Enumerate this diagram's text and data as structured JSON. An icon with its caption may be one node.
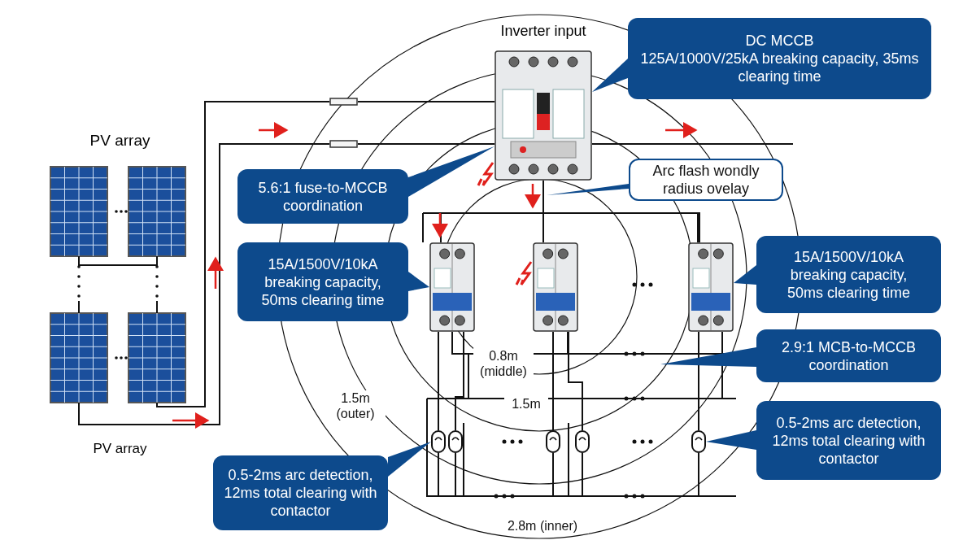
{
  "diagram": {
    "nodes": [
      {
        "text": [
          "PV array"
        ],
        "beside": [
          "PV array"
        ]
      },
      {
        "text": [],
        "shape": "fuse"
      },
      {
        "text": [],
        "shape": "fuse"
      },
      {
        "text": [
          "Inverter input"
        ]
      },
      {
        "text": [
          "DC MCCB",
          "125A/1000V/25kA breaking capacity, 35ms clearing time"
        ]
      },
      {
        "text": [
          "5.6:1 fuse-to-MCCB coordination"
        ]
      },
      {
        "text": [
          "Arc flash wondly radius ovelay"
        ]
      },
      {
        "text": [],
        "shape": "picture"
      },
      {
        "text": [],
        "shape": "picture"
      },
      {
        "text": [],
        "shape": "picture"
      },
      {
        "text": [
          "15A/1500V/10kA breaking capacity, 50ms clearing time"
        ]
      },
      {
        "text": [
          "15A/1500V/10kA breaking capacity, 50ms clearing time"
        ]
      },
      {
        "text": [
          "2.9:1 MCB-to-MCCB coordination"
        ]
      },
      {
        "text": [],
        "shape": "oval"
      },
      {
        "text": [],
        "shape": "oval"
      },
      {
        "text": [],
        "shape": "oval"
      },
      {
        "text": [],
        "shape": "oval"
      },
      {
        "text": [],
        "shape": "oval"
      },
      {
        "text": [
          "0.5-2ms arc detection, 12ms total clearing with contactor"
        ]
      },
      {
        "text": [
          "0.5-2ms arc detection, 12ms total clearing with contactor"
        ]
      }
    ],
    "edges": [
      {
        "from": 0,
        "to": 1,
        "arrow": "none"
      },
      {
        "from": 0,
        "to": 2,
        "arrow": "none"
      },
      {
        "from": 1,
        "to": 3,
        "arrow": "none"
      },
      {
        "from": 2,
        "to": 3,
        "arrow": "none"
      },
      {
        "from": 3,
        "to": null,
        "arrow": "none"
      },
      {
        "from": 3,
        "to": 7,
        "arrow": "none"
      },
      {
        "from": 3,
        "to": 8,
        "arrow": "none"
      },
      {
        "from": 3,
        "to": 9,
        "arrow": "none"
      },
      {
        "from": 7,
        "to": 13,
        "arrow": "none"
      },
      {
        "from": 7,
        "to": 14,
        "arrow": "none"
      },
      {
        "from": 8,
        "to": 15,
        "arrow": "none"
      },
      {
        "from": 8,
        "to": 16,
        "arrow": "none"
      },
      {
        "from": 9,
        "to": 17,
        "arrow": "none"
      },
      {
        "from": 4,
        "to": 3,
        "arrow": "to",
        "color": "#0d4a8c"
      },
      {
        "from": 5,
        "to": 3,
        "arrow": "to",
        "color": "#0d4a8c"
      },
      {
        "from": 6,
        "to": null,
        "arrow": "to",
        "color": "#0d4a8c"
      },
      {
        "from": 10,
        "to": 7,
        "arrow": "to",
        "color": "#0d4a8c"
      },
      {
        "from": 11,
        "to": 9,
        "arrow": "to",
        "color": "#0d4a8c"
      },
      {
        "from": 12,
        "to": null,
        "arrow": "to",
        "color": "#0d4a8c"
      },
      {
        "from": 18,
        "to": 17,
        "arrow": "to",
        "color": "#0d4a8c"
      },
      {
        "from": 19,
        "to": 13,
        "arrow": "to",
        "color": "#0d4a8c"
      }
    ],
    "labels": [
      "0.8m (middle)",
      "1.5m (outer)",
      "1.5m",
      "2.8m (inner)"
    ]
  }
}
